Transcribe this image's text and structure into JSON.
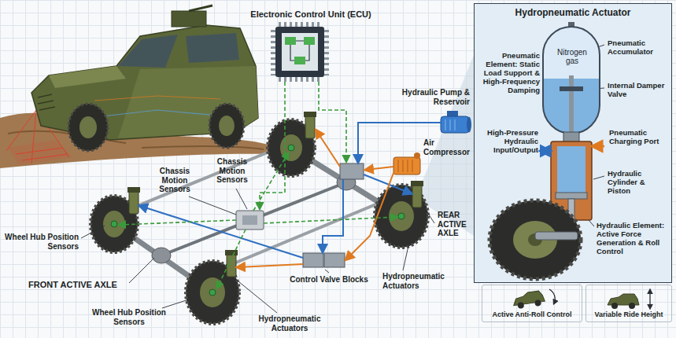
{
  "diagram": {
    "nodes": [
      {
        "text": [
          "Electronic Control Unit (ECU)"
        ]
      },
      {
        "text": [
          "Hydropneumatic Actuator"
        ]
      },
      {
        "text": [
          "Nitrogen gas"
        ],
        "in": 1
      },
      {
        "text": [
          "Active Anti-Roll Control"
        ]
      },
      {
        "text": [
          "Variable Ride Height"
        ]
      }
    ],
    "labels": [
      "Hydraulic Pump & Reservoir",
      "Air Compressor",
      "Chassis Motion Sensors",
      "Chassis Motion Sensors",
      "Wheel Hub Position Sensors",
      "FRONT ACTIVE AXLE",
      "Wheel Hub Position Sensors",
      "Hydropneumatic Actuators",
      "Control Valve Blocks",
      "Hydropneumatic Actuators",
      "REAR ACTIVE AXLE",
      "Pneumatic Element: Static Load Support & High-Frequency Damping",
      "Pneumatic Accumulator",
      "Internal Damper Valve",
      "High-Pressure Hydraulic Input/Output",
      "Pneumatic Charging Port",
      "Hydraulic Cylinder & Piston",
      "Hydraulic Element: Active Force Generation & Roll Control"
    ]
  }
}
